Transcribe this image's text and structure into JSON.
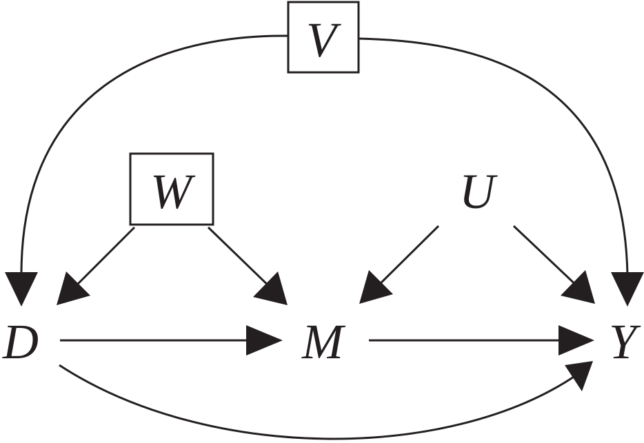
{
  "nodes": {
    "V": {
      "label": "V",
      "boxed": true
    },
    "W": {
      "label": "W",
      "boxed": true
    },
    "U": {
      "label": "U",
      "boxed": false
    },
    "D": {
      "label": "D",
      "boxed": false
    },
    "M": {
      "label": "M",
      "boxed": false
    },
    "Y": {
      "label": "Y",
      "boxed": false
    }
  },
  "edges": [
    {
      "from": "V",
      "to": "D"
    },
    {
      "from": "V",
      "to": "Y"
    },
    {
      "from": "W",
      "to": "D"
    },
    {
      "from": "W",
      "to": "M"
    },
    {
      "from": "U",
      "to": "M"
    },
    {
      "from": "U",
      "to": "Y"
    },
    {
      "from": "D",
      "to": "M"
    },
    {
      "from": "M",
      "to": "Y"
    },
    {
      "from": "D",
      "to": "Y"
    }
  ]
}
